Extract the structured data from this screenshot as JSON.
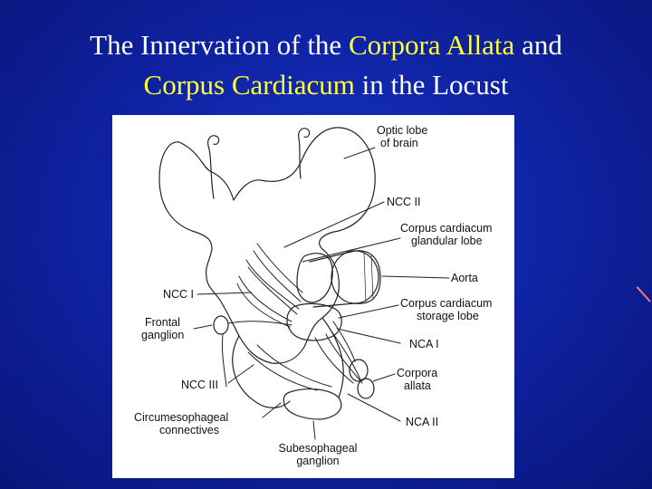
{
  "slide": {
    "title_part1": "The Innervation of the ",
    "title_hl1": "Corpora Allata",
    "title_part2": " and",
    "title_hl2": "Corpus Cardiacum",
    "title_part3": " in the Locust",
    "highlight_color": "#ffff33"
  },
  "diagram": {
    "labels": {
      "optic_lobe_1": "Optic lobe",
      "optic_lobe_2": "of brain",
      "ncc2": "NCC II",
      "cc_glandular_1": "Corpus cardiacum",
      "cc_glandular_2": "glandular lobe",
      "aorta": "Aorta",
      "ncc1": "NCC I",
      "cc_storage_1": "Corpus cardiacum",
      "cc_storage_2": "storage lobe",
      "frontal_1": "Frontal",
      "frontal_2": "ganglion",
      "nca1": "NCA I",
      "ncc3": "NCC III",
      "corpora_allata_1": "Corpora",
      "corpora_allata_2": "allata",
      "circum_1": "Circumesophageal",
      "circum_2": "connectives",
      "nca2": "NCA II",
      "subeso_1": "Subesophageal",
      "subeso_2": "ganglion"
    }
  }
}
